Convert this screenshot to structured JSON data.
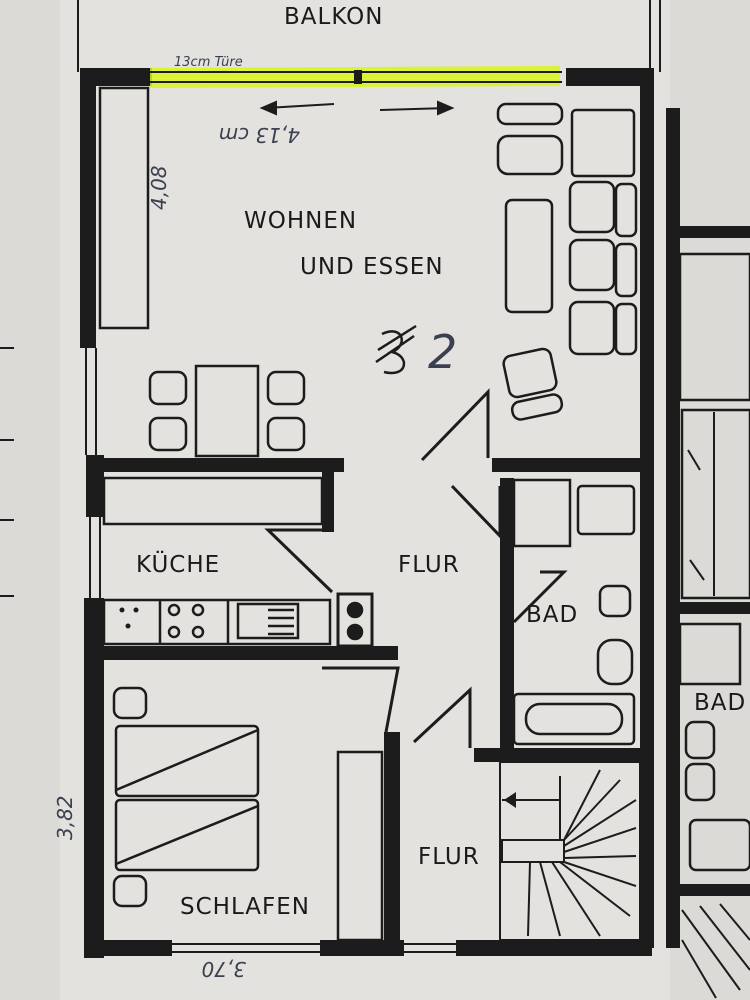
{
  "labels": {
    "balkon": "BALKON",
    "wohnen_line1": "WOHNEN",
    "wohnen_line2": "UND ESSEN",
    "kueche": "KÜCHE",
    "flur_upper": "FLUR",
    "flur_lower": "FLUR",
    "bad_main": "BAD",
    "bad_right": "BAD",
    "schlafen": "SCHLAFEN"
  },
  "annotations": {
    "door_note": "13cm Türe",
    "width_note": "4,13 cm",
    "height_note": "4,08",
    "unit_number": "2",
    "side_dimension": "3,82",
    "bottom_dimension": "3,70"
  },
  "colors": {
    "paper": "#dcdad6",
    "ink": "#1c1c1c",
    "highlight": "#d9f51c",
    "pen": "#3a4050"
  }
}
